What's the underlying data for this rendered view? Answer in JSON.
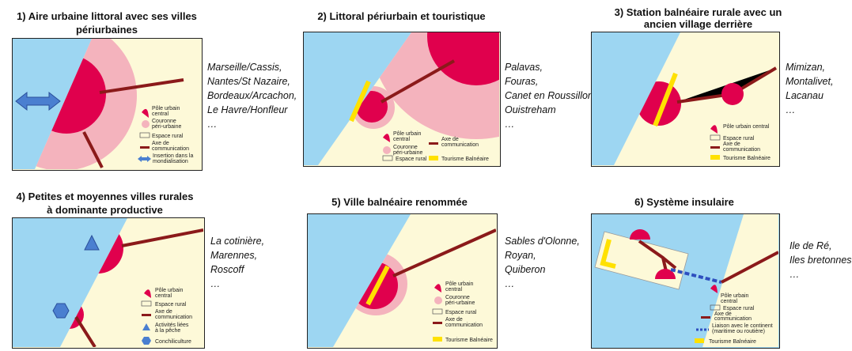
{
  "colors": {
    "sea": "#9dd6f2",
    "land": "#fdf9d8",
    "urban": "#e0004d",
    "crown": "#f4b3bd",
    "road": "#8b1a1a",
    "tourism": "#ffe100",
    "link": "#3a5fc8"
  },
  "panels": [
    {
      "title": "1) Aire urbaine littoral avec ses villes périurbaines",
      "examples": [
        "Marseille/Cassis,",
        "Nantes/St Nazaire,",
        "Bordeaux/Arcachon,",
        "Le Havre/Honfleur",
        "…"
      ],
      "legend": [
        "Pôle urbain",
        "central",
        "Couronne",
        "péri-urbaine",
        "Espace rural",
        "Axe de",
        "communication",
        "Insertion dans la",
        "mondialisation"
      ]
    },
    {
      "title": "2) Littoral périurbain et touristique",
      "examples": [
        "Palavas,",
        "Fouras,",
        "Canet en Roussillon,",
        "Ouistreham",
        "…"
      ],
      "legend": [
        "Pôle urbain",
        "central",
        "Couronne",
        "péri-urbaine",
        "Axe de",
        "communication",
        "Espace rural",
        "Tourisme Balnéaire"
      ]
    },
    {
      "title": "3) Station balnéaire rurale avec un ancien village derrière",
      "examples": [
        "Mimizan,",
        "Montalivet,",
        "Lacanau",
        "…"
      ],
      "legend": [
        "Pôle urbain central",
        "Espace rural",
        "Axe de",
        "communication",
        "Tourisme Balnéaire"
      ]
    },
    {
      "title": "4) Petites et moyennes villes rurales à dominante productive",
      "examples": [
        "La cotinière,",
        "Marennes,",
        "Roscoff",
        "…"
      ],
      "legend": [
        "Pôle urbain",
        "central",
        "Espace rural",
        "Axe de",
        "communication",
        "Activités liées",
        "à la pêche",
        "Conchiliculture"
      ]
    },
    {
      "title": "5) Ville balnéaire renommée",
      "examples": [
        "Sables d'Olonne,",
        "Royan,",
        "Quiberon",
        "…"
      ],
      "legend": [
        "Pôle urbain",
        "central",
        "Couronne",
        "péri-urbaine",
        "Espace rural",
        "Axe de",
        "communication",
        "Tourisme Balnéaire"
      ]
    },
    {
      "title": "6) Système insulaire",
      "examples": [
        "Ile de Ré,",
        "Iles bretonnes",
        "…"
      ],
      "legend": [
        "Pôle urbain",
        "central",
        "Espace rural",
        "Axe de",
        "communication",
        "Liaison avec le continent",
        "(maritime ou routière)",
        "Tourisme Balnéaire"
      ]
    }
  ]
}
